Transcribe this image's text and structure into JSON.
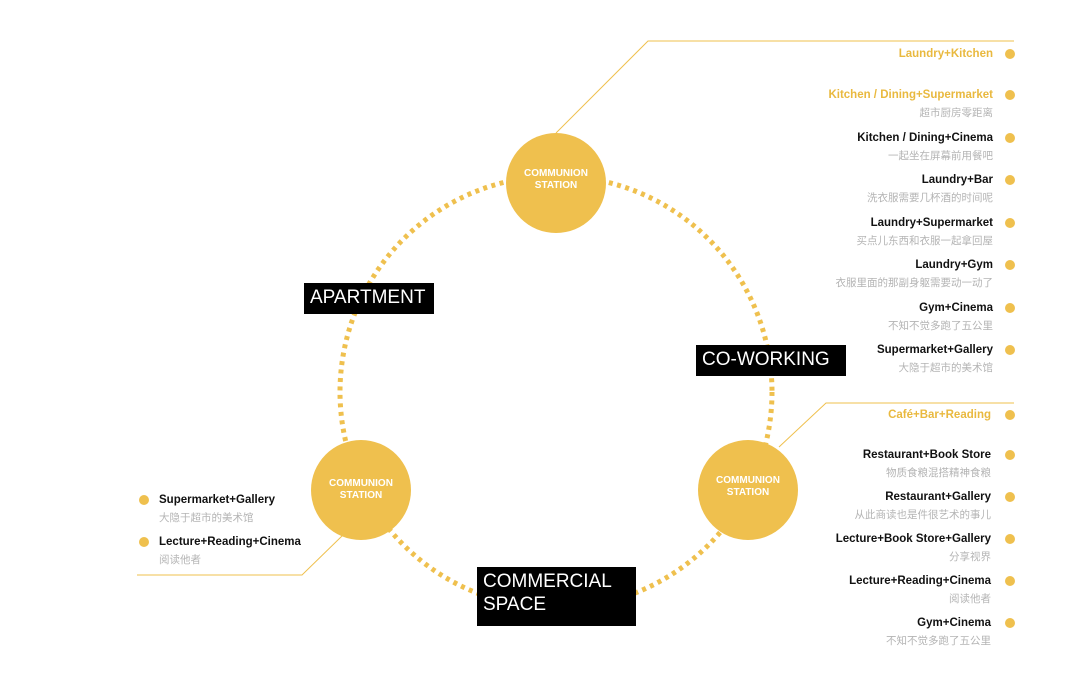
{
  "colors": {
    "accent": "#efc04e",
    "accent_text": "#e9b93f",
    "zone_bg": "#000000",
    "subtitle": "#b4b4b4"
  },
  "stations": {
    "top": {
      "label": "COMMUNION\nSTATION"
    },
    "left": {
      "label": "COMMUNION\nSTATION"
    },
    "right": {
      "label": "COMMUNION\nSTATION"
    }
  },
  "zones": {
    "apartment": "APARTMENT",
    "coworking": "CO-WORKING",
    "commercial": "COMMERCIAL\nSPACE"
  },
  "top_list": {
    "header": "Laundry+Kitchen",
    "items": [
      {
        "title": "Kitchen / Dining+Supermarket",
        "subtitle": "超市厨房零距离"
      },
      {
        "title": "Kitchen / Dining+Cinema",
        "subtitle": "一起坐在屏幕前用餐吧"
      },
      {
        "title": "Laundry+Bar",
        "subtitle": "洗衣服需要几杯酒的时间呢"
      },
      {
        "title": "Laundry+Supermarket",
        "subtitle": "买点儿东西和衣服一起拿回屋"
      },
      {
        "title": "Laundry+Gym",
        "subtitle": "衣服里面的那副身躯需要动一动了"
      },
      {
        "title": "Gym+Cinema",
        "subtitle": "不知不觉多跑了五公里"
      },
      {
        "title": "Supermarket+Gallery",
        "subtitle": "大隐于超市的美术馆"
      }
    ]
  },
  "right_list": {
    "header": "Café+Bar+Reading",
    "items": [
      {
        "title": "Restaurant+Book Store",
        "subtitle": "物质食粮混搭精神食粮"
      },
      {
        "title": "Restaurant+Gallery",
        "subtitle": "从此商读也是件很艺术的事儿"
      },
      {
        "title": "Lecture+Book Store+Gallery",
        "subtitle": "分享视界"
      },
      {
        "title": "Lecture+Reading+Cinema",
        "subtitle": "阅读他者"
      },
      {
        "title": "Gym+Cinema",
        "subtitle": "不知不觉多跑了五公里"
      }
    ]
  },
  "left_list": {
    "items": [
      {
        "title": "Supermarket+Gallery",
        "subtitle": "大隐于超市的美术馆"
      },
      {
        "title": "Lecture+Reading+Cinema",
        "subtitle": "阅读他者"
      }
    ]
  }
}
